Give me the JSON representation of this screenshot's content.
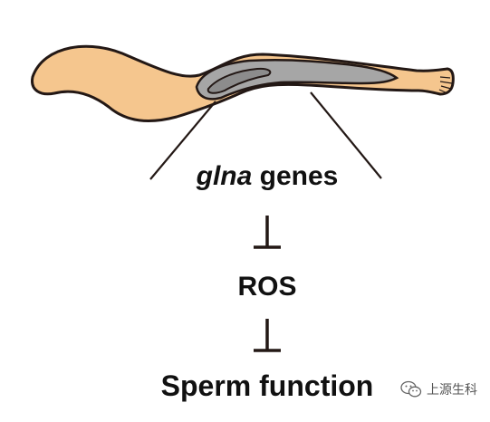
{
  "diagram": {
    "gene_italic": "glna",
    "gene_suffix": " genes",
    "middle_label": "ROS",
    "bottom_label": "Sperm function"
  },
  "watermark": {
    "text": "上源生科",
    "icon": "wechat-icon"
  },
  "colors": {
    "worm_body": "#F5C68E",
    "worm_outline": "#231815",
    "gonad_fill": "#A6A6A6",
    "gonad_inner": "#8C8C8C",
    "text": "#111111",
    "background": "#FFFFFF"
  }
}
